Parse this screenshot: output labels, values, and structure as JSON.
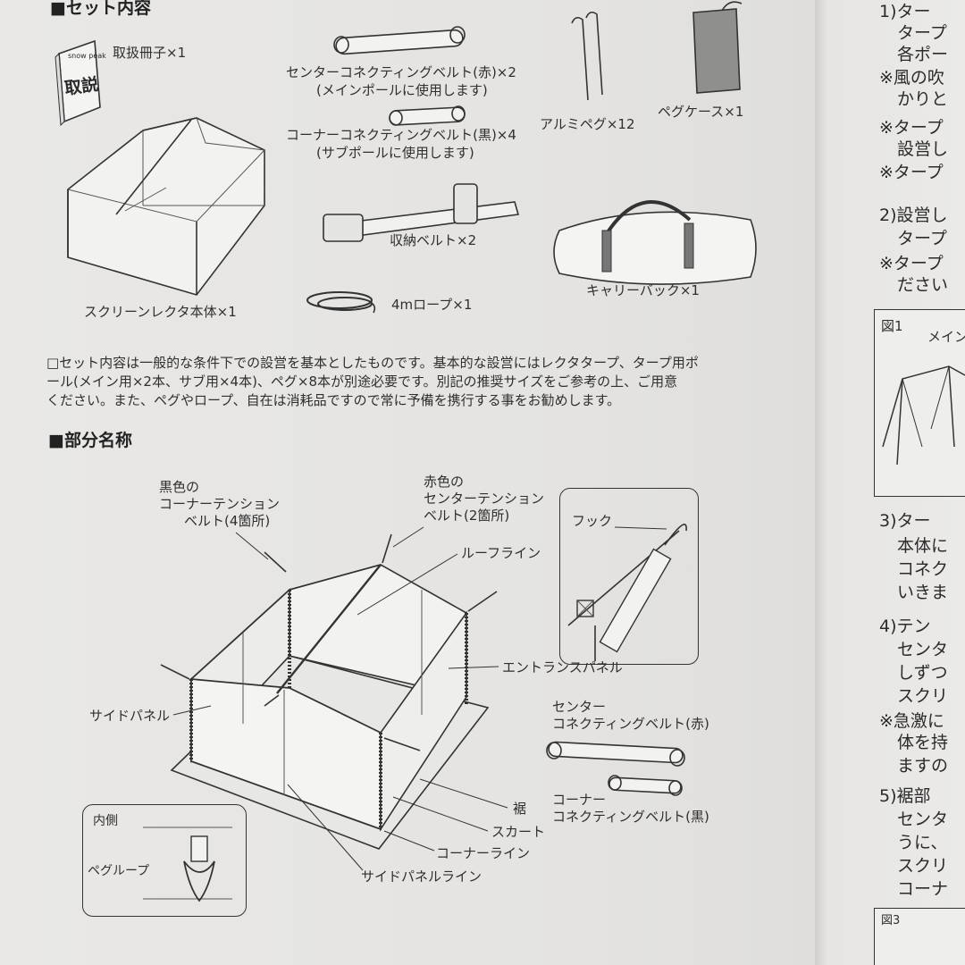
{
  "set": {
    "heading": "■セット内容",
    "manual": "取扱冊子×1",
    "manual_cover": "取説",
    "manual_brand": "snow peak",
    "center_belt": "センターコネクティングベルト(赤)×2",
    "center_belt_note": "(メインポールに使用します)",
    "corner_belt": "コーナーコネクティングベルト(黒)×4",
    "corner_belt_note": "(サブポールに使用します)",
    "pegs": "アルミペグ×12",
    "peg_case": "ペグケース×1",
    "storage_belt": "収納ベルト×2",
    "rope": "4mロープ×1",
    "carry_bag": "キャリーバック×1",
    "body": "スクリーンレクタ本体×1"
  },
  "note": {
    "line1": "□セット内容は一般的な条件下での設営を基本としたものです。基本的な設営にはレクタタープ、タープ用ポ",
    "line2": "ール(メイン用×2本、サブ用×4本)、ペグ×8本が別途必要です。別記の推奨サイズをご参考の上、ご用意",
    "line3": "ください。また、ペグやロープ、自在は消耗品ですので常に予備を携行する事をお勧めします。"
  },
  "parts": {
    "heading": "■部分名称",
    "black_belt": [
      "黒色の",
      "コーナーテンション",
      "ベルト(4箇所)"
    ],
    "red_belt": [
      "赤色の",
      "センターテンション",
      "ベルト(2箇所)"
    ],
    "roof_line": "ルーフライン",
    "hook": "フック",
    "entrance_panel": "エントランスパネル",
    "side_panel": "サイドパネル",
    "center_belt_label": [
      "センター",
      "コネクティングベルト(赤)"
    ],
    "corner_belt_label": [
      "コーナー",
      "コネクティングベルト(黒)"
    ],
    "hem": "裾",
    "skirt": "スカート",
    "corner_line": "コーナーライン",
    "side_panel_line": "サイドパネルライン",
    "inside": "内側",
    "peg_loop": "ペグループ"
  },
  "right": {
    "l1": "1)ター",
    "l2": "タープ",
    "l3": "各ポー",
    "l4": "※風の吹",
    "l5": "かりと",
    "l6": "※タープ",
    "l7": "設営し",
    "l8": "※タープ",
    "l9": "2)設営し",
    "l10": "タープ",
    "l11": "※タープ",
    "l12": "ださい",
    "fig1": "図1",
    "fig1_main": "メイン",
    "l13": "3)ター",
    "l14": "本体に",
    "l15": "コネク",
    "l16": "いきま",
    "l17": "4)テン",
    "l18": "センタ",
    "l19": "しずつ",
    "l20": "スクリ",
    "l21": "※急激に",
    "l22": "体を持",
    "l23": "ますの",
    "l24": "5)裾部",
    "l25": "センタ",
    "l26": "うに、",
    "l27": "スクリ",
    "l28": "コーナ",
    "fig3": "図3"
  }
}
